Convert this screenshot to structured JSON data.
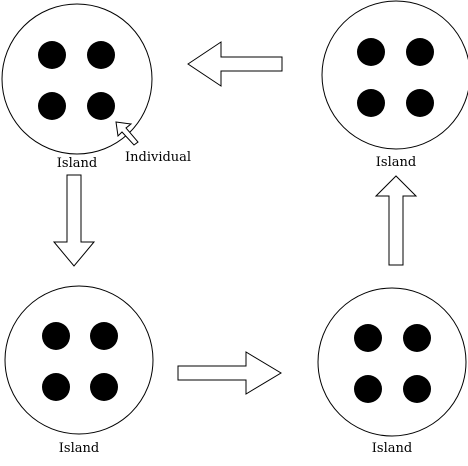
{
  "islands": [
    {
      "id": "top-left",
      "label": "Island",
      "individuals": 4
    },
    {
      "id": "top-right",
      "label": "Island",
      "individuals": 4
    },
    {
      "id": "bottom-left",
      "label": "Island",
      "individuals": 4
    },
    {
      "id": "bottom-right",
      "label": "Island",
      "individuals": 4
    }
  ],
  "annotation": {
    "label": "Individual"
  },
  "arrows": [
    {
      "from": "top-right",
      "to": "top-left"
    },
    {
      "from": "top-left",
      "to": "bottom-left"
    },
    {
      "from": "bottom-left",
      "to": "bottom-right"
    },
    {
      "from": "bottom-right",
      "to": "top-right"
    }
  ]
}
